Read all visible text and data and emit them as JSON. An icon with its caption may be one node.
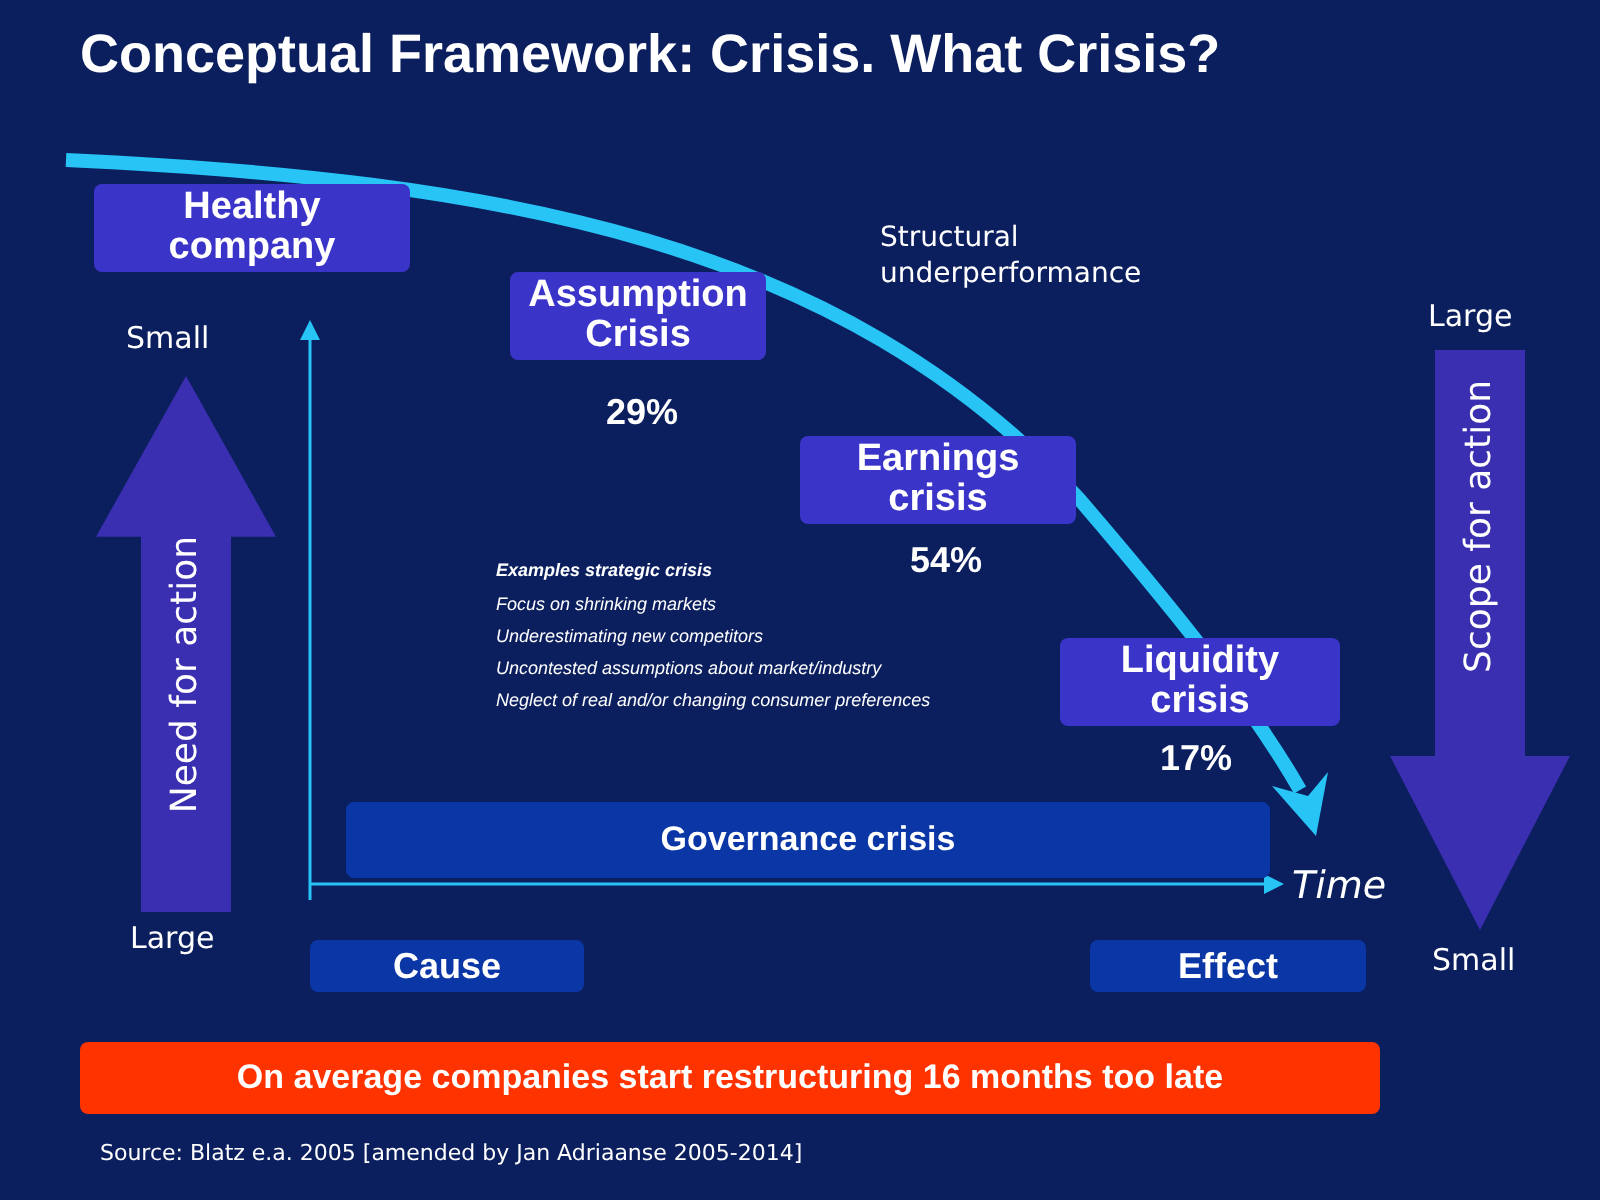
{
  "diagram": {
    "title": "Conceptual Framework: Crisis. What Crisis?",
    "caption": "Source: Blatz e.a. 2005  [amended by Jan Adriaanse  2005-2014]",
    "nodes": [
      {
        "text": [
          "Healthy company"
        ]
      },
      {
        "text": [
          "Assumption Crisis"
        ],
        "beside": [
          "29%"
        ]
      },
      {
        "text": [
          "Earnings crisis"
        ],
        "beside": [
          "54%"
        ]
      },
      {
        "text": [
          "Liquidity crisis"
        ],
        "beside": [
          "17%"
        ]
      },
      {
        "text": [
          "Need for action"
        ]
      },
      {
        "text": [
          "Scope for action"
        ]
      },
      {
        "text": [
          "Governance crisis"
        ]
      },
      {
        "text": [
          "Cause"
        ]
      },
      {
        "text": [
          "Effect"
        ]
      },
      {
        "text": [
          "On average companies start restructuring 16 months too late"
        ]
      }
    ],
    "edges": [],
    "labels": [
      "Structural underperformance",
      "Small",
      "Large",
      "Examples strategic crisis",
      "Focus on shrinking markets",
      "Underestimating new competitors",
      "Uncontested assumptions about market/industry",
      "Neglect of real and/or changing consumer preferences",
      "Large",
      "Small",
      "Time"
    ]
  }
}
